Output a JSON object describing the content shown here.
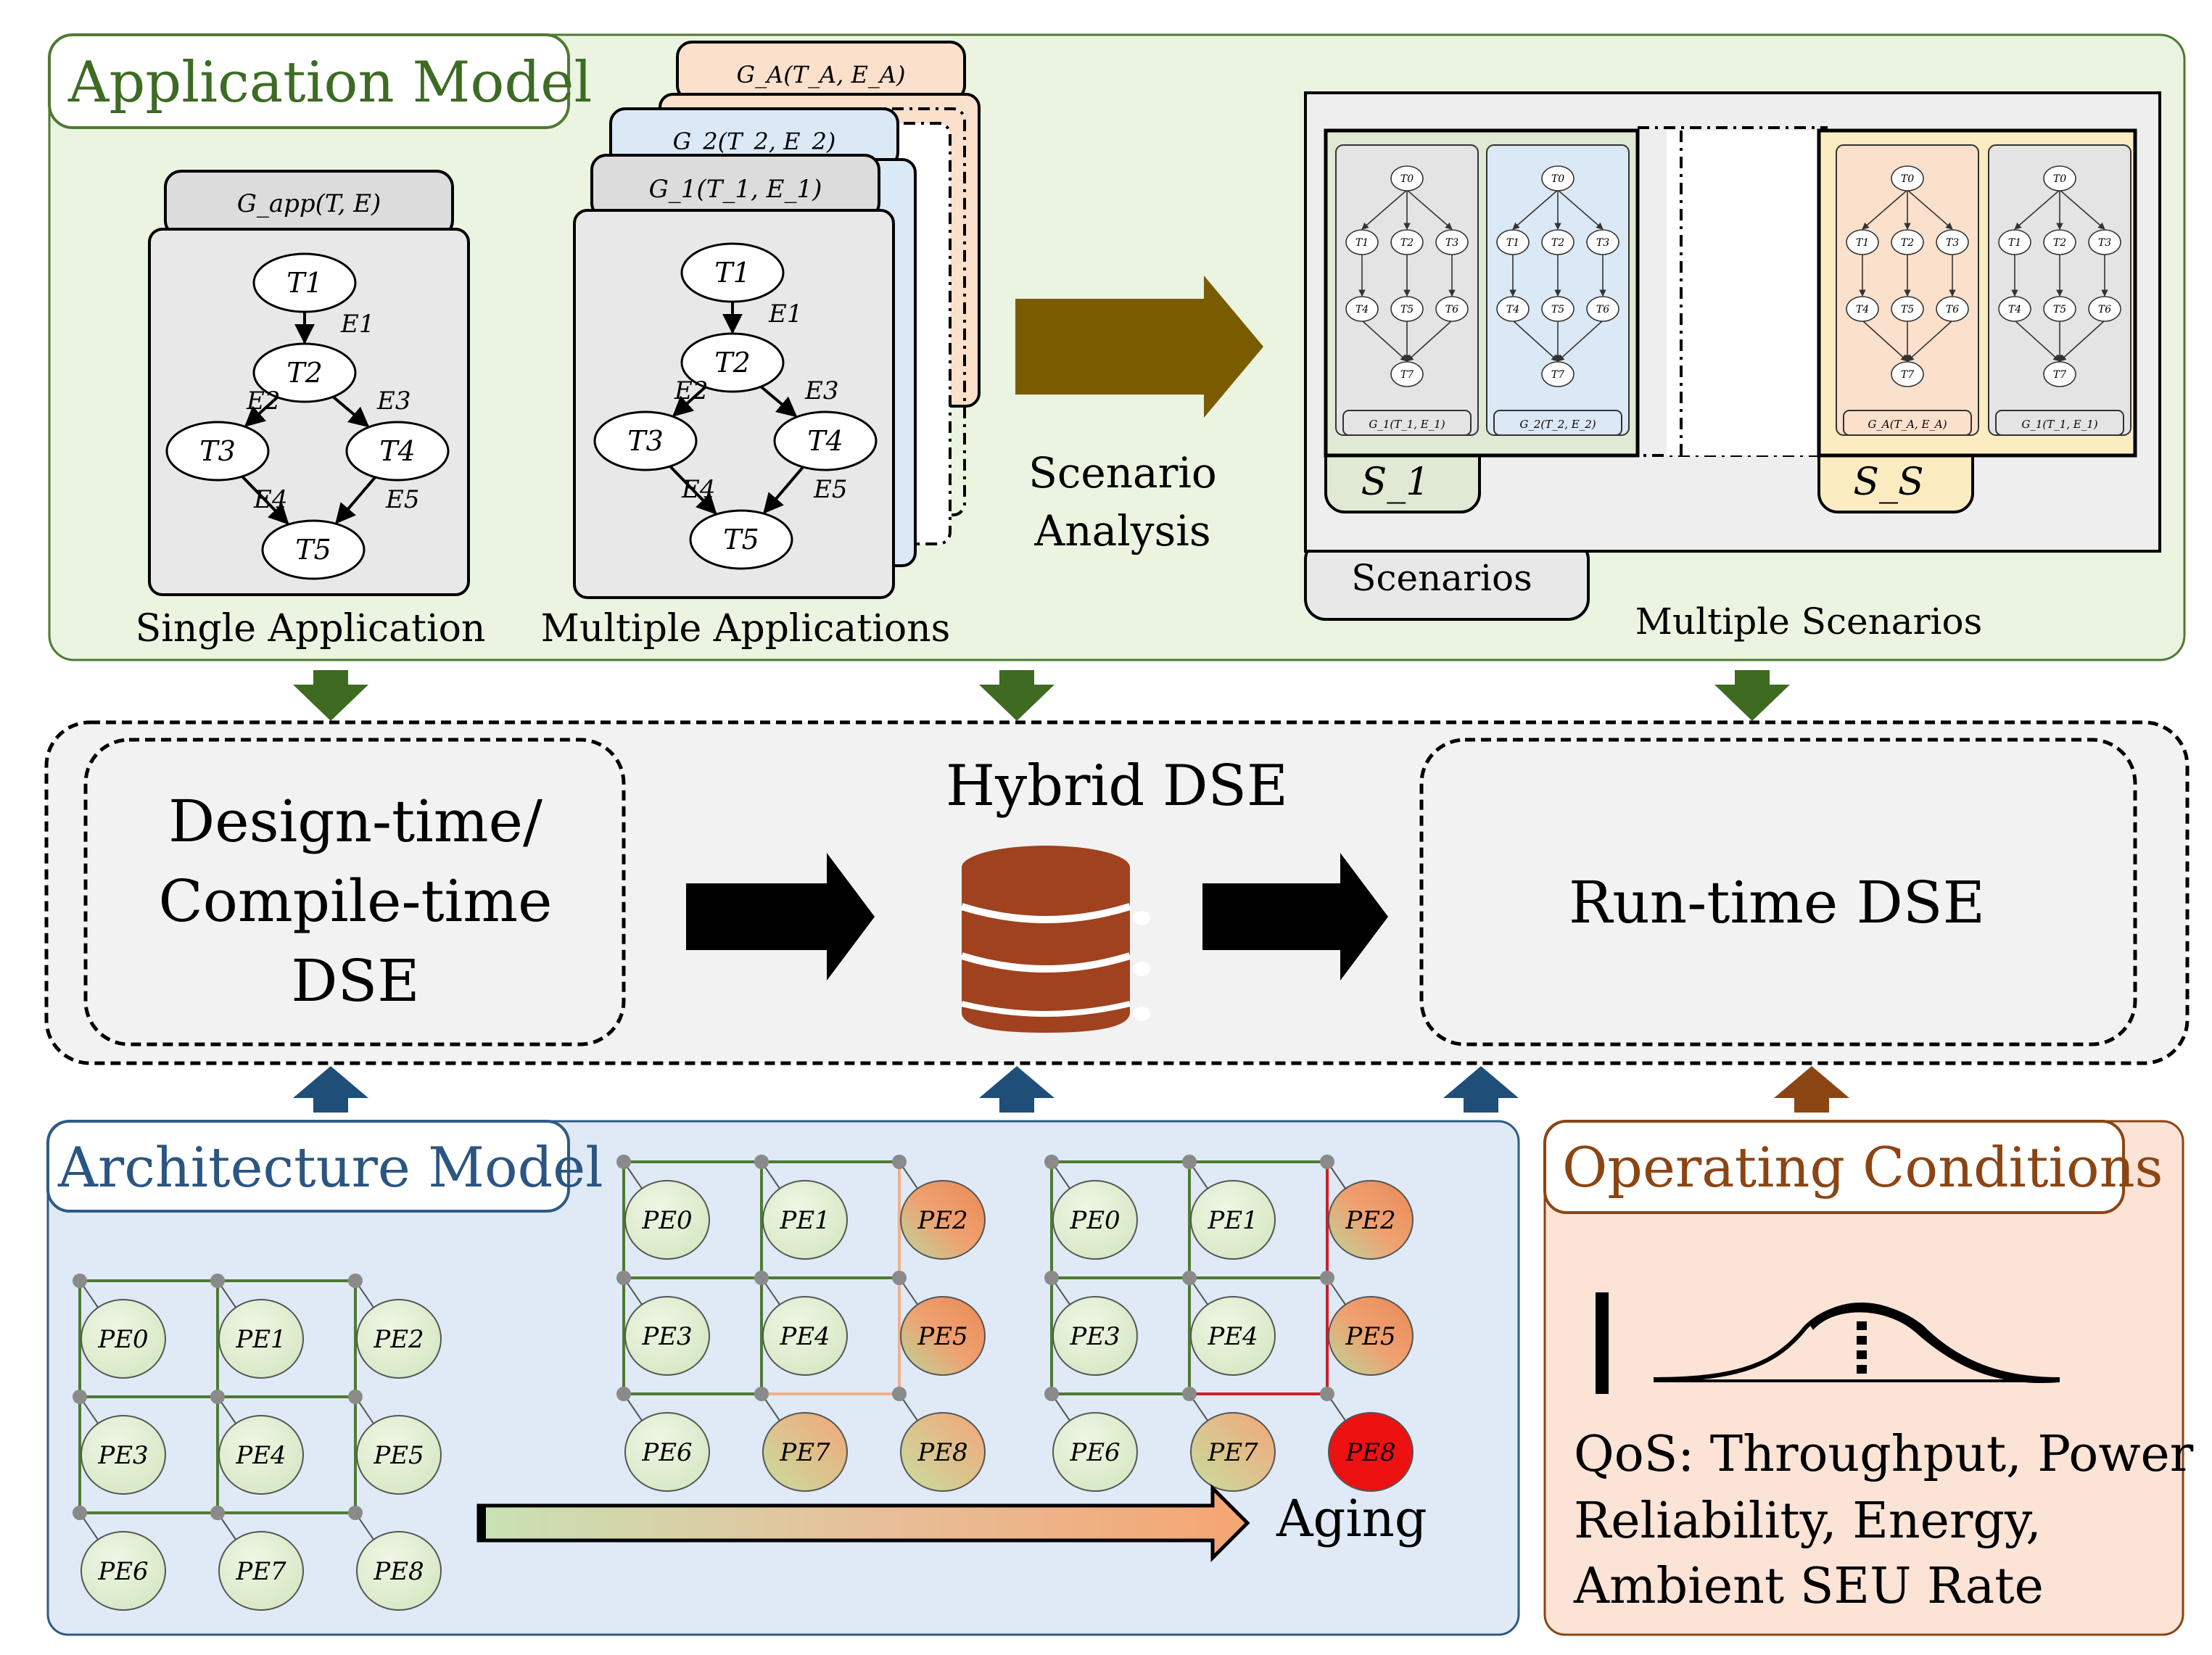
{
  "app_model": {
    "title": "Application Model",
    "single_graph_label": "G_app(T, E)",
    "single_caption": "Single Application",
    "multi_caption": "Multiple Applications",
    "stack_labels": [
      "G_1(T_1, E_1)",
      "G_2(T_2, E_2)",
      "G_A(T_A, E_A)"
    ],
    "graph_nodes": [
      "T1",
      "T2",
      "T3",
      "T4",
      "T5"
    ],
    "graph_edges": [
      "E1",
      "E2",
      "E3",
      "E4",
      "E5"
    ],
    "scenario_arrow_text": [
      "Scenario",
      "Analysis"
    ],
    "scenarios_tab": "Scenarios",
    "scenario_first": "S_1",
    "scenario_last": "S_S",
    "multi_scenarios_caption": "Multiple Scenarios",
    "mini_nodes": [
      "T0",
      "T1",
      "T2",
      "T3",
      "T4",
      "T5",
      "T6",
      "T7"
    ],
    "mini_graph_labels": [
      "G_1(T_1, E_1)",
      "G_2(T_2, E_2)",
      "G_A(T_A, E_A)",
      "G_1(T_1, E_1)"
    ]
  },
  "dse": {
    "hybrid_title": "Hybrid DSE",
    "design_time_lines": [
      "Design-time/",
      "Compile-time",
      "DSE"
    ],
    "runtime_title": "Run-time DSE"
  },
  "arch_model": {
    "title": "Architecture Model",
    "pe_labels": [
      "PE0",
      "PE1",
      "PE2",
      "PE3",
      "PE4",
      "PE5",
      "PE6",
      "PE7",
      "PE8"
    ],
    "aging_label": "Aging"
  },
  "operating": {
    "title": "Operating Conditions",
    "qos_lines": [
      "QoS: Throughput, Power",
      "Reliability, Energy,",
      "Ambient SEU Rate"
    ]
  },
  "colors": {
    "app_bg": "#eaf4e0",
    "app_border": "#4f7a32",
    "app_title": "#3d6b24",
    "arch_bg": "#dfeaf6",
    "arch_border": "#2f5a85",
    "arch_title": "#2b5582",
    "op_bg": "#fbe3d6",
    "op_border": "#8b4513",
    "op_title": "#8b4513",
    "scen_arrow": "#7a5c00",
    "db": "#a0421f"
  }
}
